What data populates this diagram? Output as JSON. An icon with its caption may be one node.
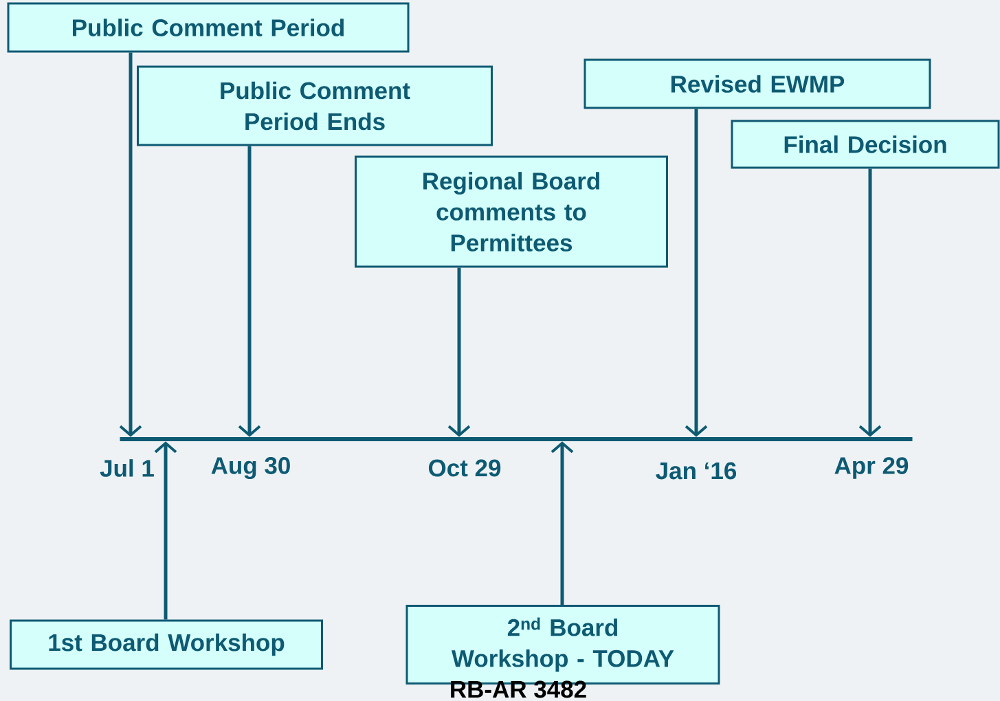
{
  "diagram": {
    "nodes": [
      {
        "text": [
          "Public Comment Period"
        ]
      },
      {
        "text": [
          "Public Comment Period Ends"
        ]
      },
      {
        "text": [
          "Regional Board comments to Permittees"
        ]
      },
      {
        "text": [
          "Revised EWMP"
        ]
      },
      {
        "text": [
          "Final Decision"
        ]
      },
      {
        "text": [
          "1st Board Workshop"
        ]
      },
      {
        "text": [
          "2$^{nd}$ Board Workshop - TODAY"
        ]
      },
      {
        "text": [],
        "shape": "bar"
      }
    ],
    "edges": [
      {
        "from": 0,
        "to": 7,
        "arrow": "to"
      },
      {
        "from": 1,
        "to": 7,
        "arrow": "to"
      },
      {
        "from": 2,
        "to": 7,
        "arrow": "to"
      },
      {
        "from": 3,
        "to": 7,
        "arrow": "to"
      },
      {
        "from": 4,
        "to": 7,
        "arrow": "to"
      },
      {
        "from": 5,
        "to": 7,
        "arrow": "to"
      },
      {
        "from": 6,
        "to": 7,
        "arrow": "to"
      }
    ],
    "labels": [
      "Jul 1",
      "Aug 30",
      "Oct 29",
      "Jan ‘16",
      "Apr 29",
      "RB-AR 3482"
    ]
  }
}
